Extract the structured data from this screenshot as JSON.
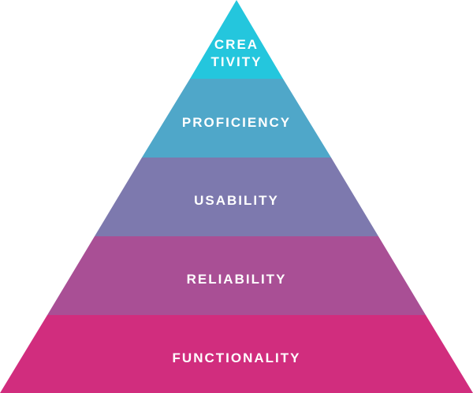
{
  "pyramid": {
    "tiers": [
      {
        "lines": [
          "CREA",
          "TIVITY"
        ],
        "color": "#24c6dd"
      },
      {
        "lines": [
          "PROFICIENCY"
        ],
        "color": "#4fa7c9"
      },
      {
        "lines": [
          "USABILITY"
        ],
        "color": "#7d79ae"
      },
      {
        "lines": [
          "RELIABILITY"
        ],
        "color": "#a94f95"
      },
      {
        "lines": [
          "FUNCTIONALITY"
        ],
        "color": "#d12d7e"
      }
    ]
  }
}
